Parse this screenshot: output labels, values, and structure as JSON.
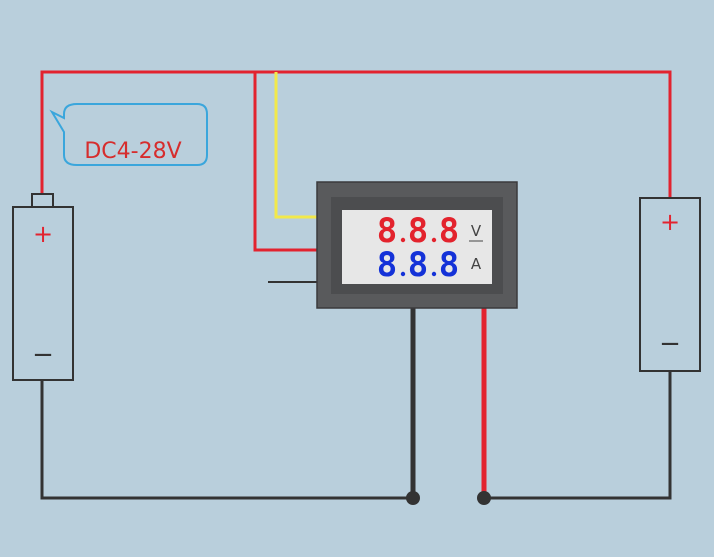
{
  "callout": {
    "text": "DC4-28V"
  },
  "source_battery": {
    "plus": "+",
    "minus": "−"
  },
  "load_battery": {
    "plus": "+",
    "minus": "−"
  },
  "meter": {
    "voltage": {
      "digits": [
        "8",
        "8",
        "8"
      ],
      "unit": "V"
    },
    "current": {
      "digits": [
        "8",
        "8",
        "8"
      ],
      "unit": "A"
    }
  },
  "colors": {
    "background": "#b9cfdc",
    "red_wire": "#e2232f",
    "black_wire": "#333333",
    "yellow_wire": "#f2e94a",
    "callout_border": "#3aa6dc",
    "callout_text": "#d62d2d",
    "voltage_digits": "#e3232d",
    "current_digits": "#1432d8",
    "meter_bezel": "#595a5c",
    "meter_screen": "#e7e7e7"
  }
}
